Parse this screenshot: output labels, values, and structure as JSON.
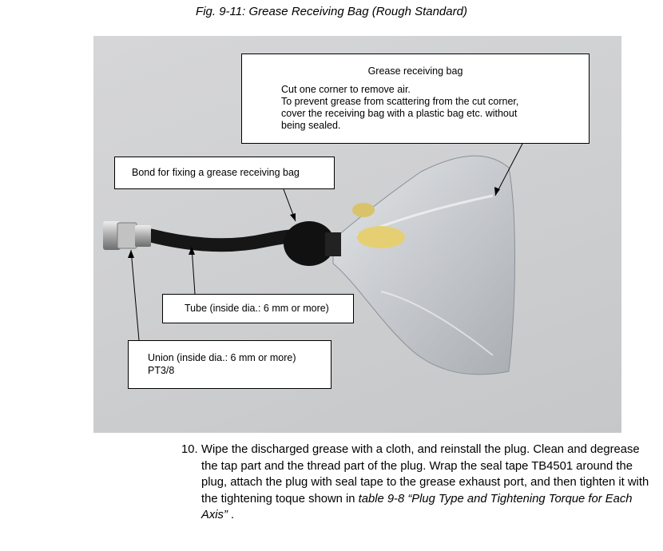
{
  "figure": {
    "caption": "Fig. 9-11: Grease Receiving Bag (Rough Standard)"
  },
  "callouts": {
    "grease_bag": {
      "title": "Grease receiving bag",
      "lines": [
        "Cut one corner to remove air.",
        "To prevent grease from scattering from the cut corner,",
        "cover the receiving bag with a plastic bag etc. without",
        "being sealed."
      ]
    },
    "bond": {
      "label": "Bond for fixing a grease receiving bag"
    },
    "tube": {
      "label": "Tube (inside dia.: 6 mm or more)"
    },
    "union": {
      "line1": "Union (inside dia.: 6 mm or more)",
      "line2": "PT3/8"
    }
  },
  "step": {
    "number": "10.",
    "text_a": "Wipe the discharged grease with a cloth, and reinstall the plug.  Clean and degrease the tap part and the thread part of the plug.  Wrap the seal tape TB4501 around the plug, attach the plug with seal tape to the grease exhaust port, and then tighten it with the tightening toque shown in ",
    "ref": "table 9-8  “Plug Type and Tightening Torque for Each Axis”",
    "text_b": " ."
  },
  "colors": {
    "photo_background": "#cfd0d2",
    "tube": "#1a1a1a",
    "grease": "#e8d27a",
    "union_metal": "#b8b8b8"
  }
}
